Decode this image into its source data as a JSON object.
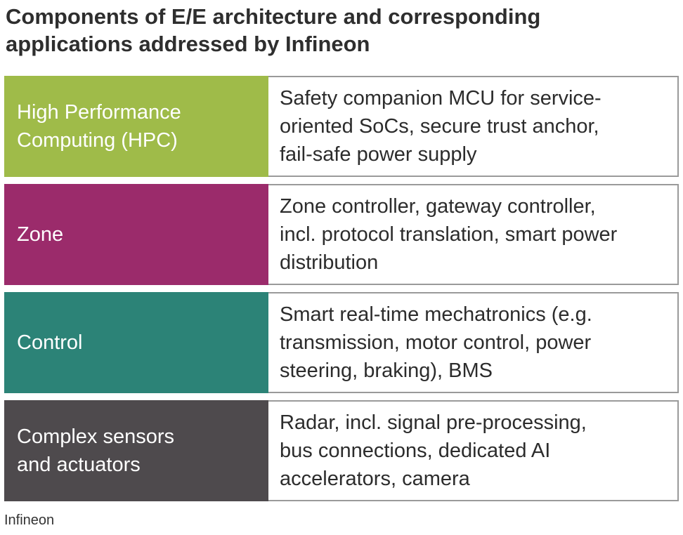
{
  "title": "Components of E/E architecture and corresponding\napplications addressed by Infineon",
  "rows": [
    {
      "category": "High Performance\nComputing (HPC)",
      "description": "Safety companion MCU for service-\noriented SoCs, secure trust anchor,\nfail-safe power supply",
      "color": "#9fbb49"
    },
    {
      "category": "Zone",
      "description": "Zone controller, gateway controller,\nincl. protocol translation, smart power\ndistribution",
      "color": "#9b2b6b"
    },
    {
      "category": "Control",
      "description": "Smart real-time mechatronics (e.g.\ntransmission, motor control, power\nsteering, braking), BMS",
      "color": "#2c8377"
    },
    {
      "category": "Complex sensors\nand actuators",
      "description": "Radar, incl. signal pre-processing,\nbus connections, dedicated AI\naccelerators, camera",
      "color": "#4e4a4d"
    }
  ],
  "source": "Infineon"
}
